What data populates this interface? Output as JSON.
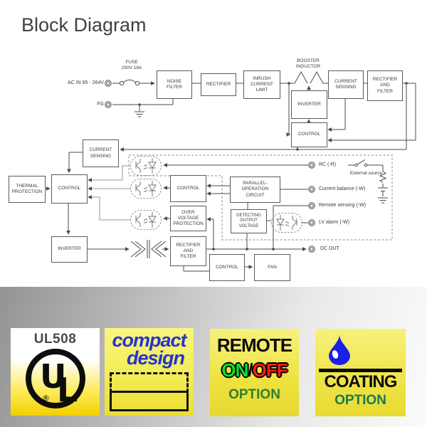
{
  "title": "Block Diagram",
  "diagram": {
    "boxes": [
      "NOISE\nFILTER",
      "RECTIFIER",
      "INRUSH\nCURRENT\nLIMIT",
      "CURRENT\nSENSING",
      "RECTIFIER\nAND\nFILTER",
      "INVERTER",
      "CONTROL",
      "CURRENT\nSENSING",
      "THERMAL\nPROTECTION",
      "CONTROL",
      "INVERTER",
      "CONTROL",
      "OVER VOLTAGE\nPROTECTION",
      "PARALLEL-OPERATION\nCIRCUIT",
      "DETECTING\nOUTPUT VOLTAGE",
      "RECTIFIER\nAND\nFILTER",
      "CONTROL",
      "FAN"
    ],
    "labels": {
      "ac_in": "AC IN 85 - 264V",
      "fg": "FG",
      "fuse": "FUSE\n250V 16A",
      "booster": "BOOSTER\nINDUCTOR",
      "external_source": "External source"
    },
    "terminal_labels": [
      "RC (-R)",
      "Current balance (-W)",
      "Remote sensing (-W)",
      "LV alarm (-W)",
      "DC OUT"
    ]
  },
  "badges": {
    "ul": {
      "heading": "UL508",
      "u": "U",
      "l": "L",
      "registered": "®"
    },
    "compact": {
      "line1": "compact",
      "line2": "design"
    },
    "remote": {
      "title": "REMOTE",
      "on": "ON",
      "slash": "/",
      "off": "OFF",
      "option": "OPTION"
    },
    "coating": {
      "title": "COATING",
      "option": "OPTION"
    }
  },
  "colors": {
    "diagram_line": "#4a4a4a",
    "badge_yellow": "#f3ec55",
    "compact_blue": "#2334d4",
    "on_green": "#0ae12f",
    "off_red": "#ff1c10",
    "remote_option_green": "#2c7f33",
    "coating_option_green": "#167a50",
    "droplet_blue": "#1b1fe8"
  }
}
